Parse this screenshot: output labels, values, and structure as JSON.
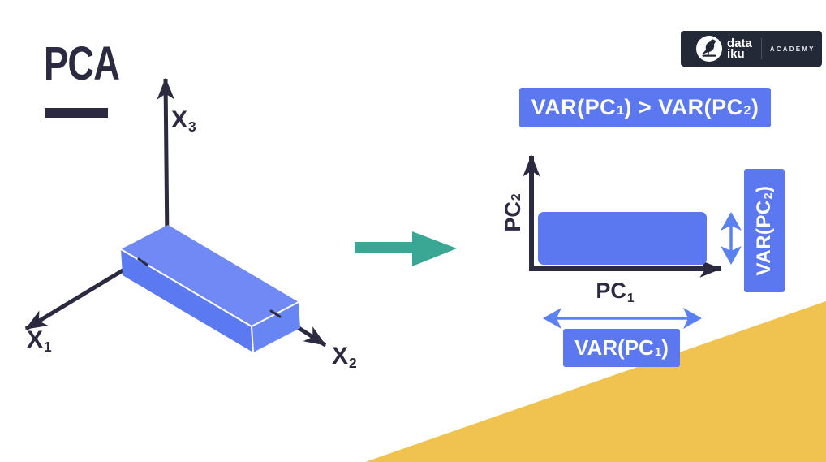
{
  "title": {
    "text": "PCA"
  },
  "left_diagram": {
    "x1": {
      "base": "X",
      "sub": "1"
    },
    "x2": {
      "base": "X",
      "sub": "2"
    },
    "x3": {
      "base": "X",
      "sub": "3"
    }
  },
  "right_diagram": {
    "comparison": {
      "p1": "VAR(PC",
      "s1": "1",
      "p2": ") > VAR(PC",
      "s2": "2",
      "p3": ")"
    },
    "pc1_axis": {
      "base": "PC",
      "sub": "1"
    },
    "pc2_axis": {
      "base": "PC",
      "sub": "2"
    },
    "var_pc1": {
      "p1": "VAR(PC",
      "sub": "1",
      "p2": ")"
    },
    "var_pc2": {
      "p1": "VAR(PC",
      "sub": "2",
      "p2": ")"
    }
  },
  "logo": {
    "brand_top": "data",
    "brand_bottom": "iku",
    "suffix": "ACADEMY"
  },
  "colors": {
    "ink": "#2b2a40",
    "blue": "#5b78f0",
    "cuboid_top": "#7089f4",
    "cuboid_front": "#5b79f1",
    "cuboid_end": "#6785f3",
    "teal": "#3aa794",
    "yellow": "#f0c24f",
    "logo_bg": "#242937"
  }
}
